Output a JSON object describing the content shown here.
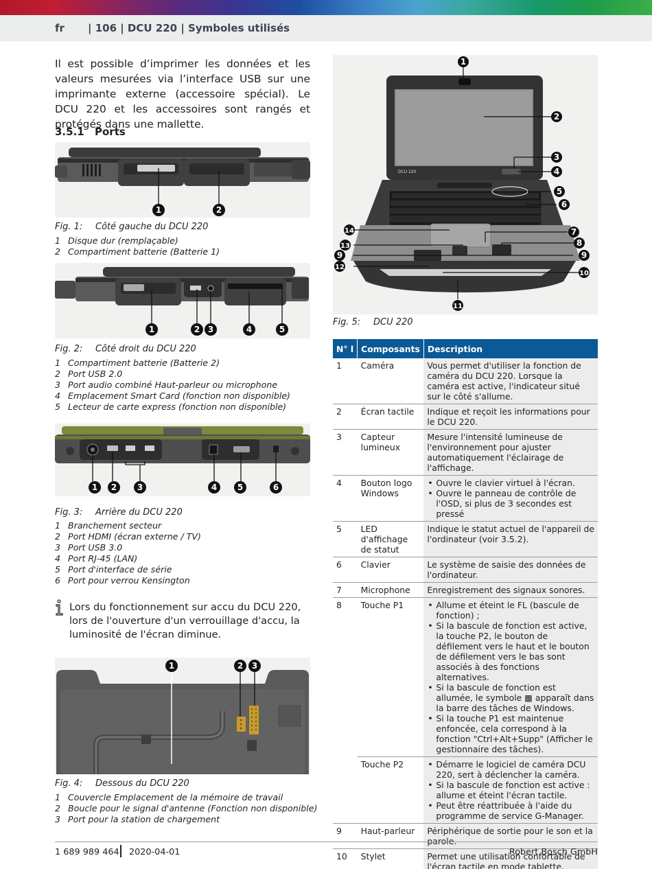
{
  "header": {
    "lang": "fr",
    "title": "| 106 | DCU 220 | Symboles utilisés"
  },
  "intro": "Il est possible d’imprimer les données et les valeurs mesurées via l’interface USB sur une imprimante externe (accessoire spécial). Le DCU 220 et les accessoires sont rangés et protégés dans une mallette.",
  "section": {
    "number": "3.5.1",
    "title": "Ports"
  },
  "figures": [
    {
      "label": "Fig. 1:",
      "caption": "Côté gauche du DCU 220",
      "callouts": [
        "1",
        "2"
      ],
      "items": [
        {
          "n": "1",
          "text": "Disque dur (remplaçable)"
        },
        {
          "n": "2",
          "text": "Compartiment batterie (Batterie 1)"
        }
      ]
    },
    {
      "label": "Fig. 2:",
      "caption": "Côté droit du DCU 220",
      "callouts": [
        "1",
        "2",
        "3",
        "4",
        "5"
      ],
      "items": [
        {
          "n": "1",
          "text": "Compartiment batterie (Batterie 2)"
        },
        {
          "n": "2",
          "text": "Port USB 2.0"
        },
        {
          "n": "3",
          "text": "Port audio combiné Haut-parleur ou microphone"
        },
        {
          "n": "4",
          "text": "Emplacement Smart Card (fonction non disponible)"
        },
        {
          "n": "5",
          "text": "Lecteur de carte express (fonction non disponible)"
        }
      ]
    },
    {
      "label": "Fig. 3:",
      "caption": "Arrière du DCU 220",
      "callouts": [
        "1",
        "2",
        "3",
        "4",
        "5",
        "6"
      ],
      "items": [
        {
          "n": "1",
          "text": "Branchement secteur"
        },
        {
          "n": "2",
          "text": "Port HDMI (écran externe / TV)"
        },
        {
          "n": "3",
          "text": "Port USB 3.0"
        },
        {
          "n": "4",
          "text": "Port RJ-45 (LAN)"
        },
        {
          "n": "5",
          "text": "Port d'interface de série"
        },
        {
          "n": "6",
          "text": "Port pour verrou Kensington"
        }
      ]
    },
    {
      "label": "Fig. 4:",
      "caption": "Dessous du DCU 220",
      "callouts": [
        "1",
        "2",
        "3"
      ],
      "items": [
        {
          "n": "1",
          "text": "Couvercle Emplacement de la mémoire de travail"
        },
        {
          "n": "2",
          "text": "Boucle pour le signal d'antenne (Fonction non disponible)"
        },
        {
          "n": "3",
          "text": "Port pour la station de chargement"
        }
      ]
    },
    {
      "label": "Fig. 5:",
      "caption": "DCU 220",
      "callouts": [
        "1",
        "2",
        "3",
        "4",
        "5",
        "6",
        "7",
        "8",
        "9",
        "9",
        "10",
        "11",
        "12",
        "13",
        "14"
      ],
      "screen_brand": "DCU 220",
      "items": []
    }
  ],
  "note": "Lors du fonctionnement sur accu du DCU 220, lors de l'ouverture d'un verrouillage d'accu, la luminosité de l'écran diminue.",
  "table": {
    "headers": [
      "N° l",
      "Composants",
      "Description"
    ],
    "rows": [
      {
        "n": "1",
        "comp": "Caméra",
        "desc": "Vous permet d'utiliser la fonction de caméra du DCU 220. Lorsque la caméra est active, l'indicateur situé sur le côté s'allume."
      },
      {
        "n": "2",
        "comp": "Écran tactile",
        "desc": "Indique et reçoit les informations pour le DCU 220."
      },
      {
        "n": "3",
        "comp": "Capteur lumineux",
        "desc": "Mesure l'intensité lumineuse de l'environnement pour ajuster automatiquement l'éclairage de l'affichage."
      },
      {
        "n": "4",
        "comp": "Bouton logo Windows",
        "bullets": [
          "Ouvre le clavier virtuel à l'écran.",
          "Ouvre le panneau de contrôle de l'OSD, si plus de 3 secondes est pressé"
        ]
      },
      {
        "n": "5",
        "comp": "LED d'affichage de statut",
        "desc": "Indique le statut actuel de l'appareil de l'ordinateur (voir 3.5.2)."
      },
      {
        "n": "6",
        "comp": "Clavier",
        "desc": "Le système de saisie des données de l'ordinateur."
      },
      {
        "n": "7",
        "comp": "Microphone",
        "desc": "Enregistrement des signaux sonores."
      },
      {
        "n": "8",
        "comp": "Touche P1",
        "bullets": [
          "Allume et éteint le FL (bascule de fonction) ;",
          "Si la bascule de fonction est active, la touche P2, le bouton de défilement vers le haut et le bouton de défilement vers le bas sont associés à des fonctions alternatives.",
          "Si la bascule de fonction est allumée, le symbole ▦ apparaît dans la barre des tâches de Windows.",
          "Si la touche P1 est maintenue enfoncée, cela correspond à la fonction \"Ctrl+Alt+Supp\" (Afficher le gestionnaire des tâches)."
        ]
      },
      {
        "n": "",
        "comp": "Touche P2",
        "bullets": [
          "Démarre le logiciel de caméra DCU 220, sert à déclencher la caméra.",
          "Si la bascule de fonction est active : allume et éteint l'écran tactile.",
          "Peut être réattribuée à l'aide du programme de service G-Manager."
        ]
      },
      {
        "n": "9",
        "comp": "Haut-parleur",
        "desc": "Périphérique de sortie pour le son et la parole."
      },
      {
        "n": "10",
        "comp": "Stylet",
        "desc": "Permet une utilisation confortable de l'écran tactile en mode tablette."
      }
    ]
  },
  "footer": {
    "doc_number": "1 689 989 464",
    "date": "2020-04-01",
    "company": "Robert Bosch GmbH"
  }
}
